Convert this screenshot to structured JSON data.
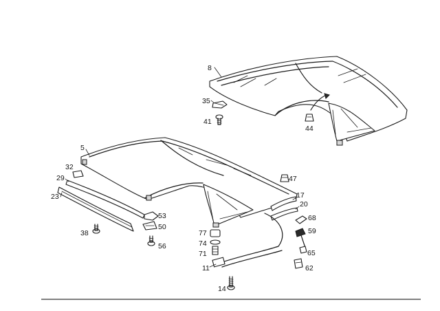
{
  "callouts": [
    "8",
    "35",
    "41",
    "44",
    "5",
    "32",
    "29",
    "23",
    "47",
    "17",
    "20",
    "53",
    "50",
    "38",
    "56",
    "68",
    "77",
    "59",
    "74",
    "71",
    "65",
    "11",
    "62",
    "14"
  ]
}
